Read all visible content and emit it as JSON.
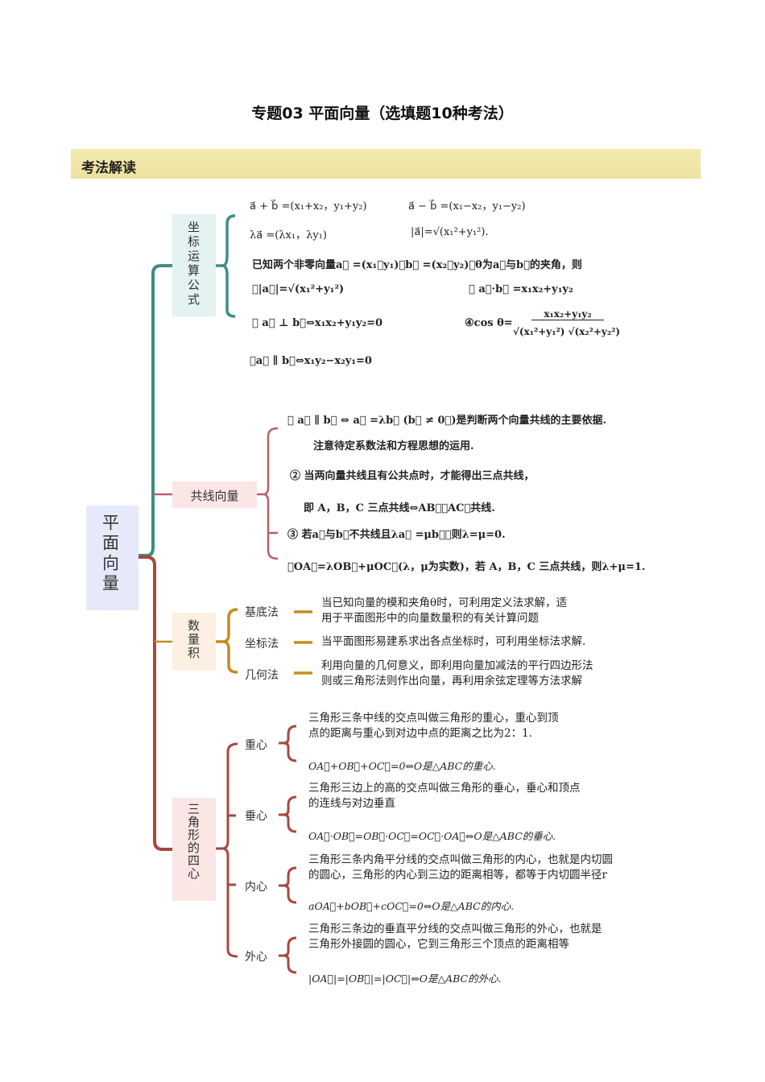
{
  "title": "专题03 平面向量（选填题10种考法）",
  "section": {
    "label": "考法解读"
  },
  "colors": {
    "teal": "#3b8f86",
    "rose": "#b9606b",
    "gold": "#c58d1e",
    "brick": "#a9473e",
    "bar": "#efe6a6"
  },
  "root": {
    "label": "平面向量"
  },
  "branches": [
    {
      "label": "坐标运算公式",
      "formulas": [
        "a⃗ + b⃗ =(x₁+x₂，y₁+y₂)",
        "a⃗ − b⃗ =(x₁−x₂，y₁−y₂)",
        "λa⃗ =(λx₁，λy₁)",
        "|a⃗|=√(x₁²+y₁²).",
        "已知两个非零向量a⃗ =(x₁，y₁)，b⃗ =(x₂，y₂)，θ为a⃗与b⃗的夹角，则",
        "①|a⃗|=√(x₁²+y₁²)",
        "② a⃗·b⃗ =x₁x₂+y₁y₂",
        "③ a⃗ ⊥ b⃗⇔x₁x₂+y₁y₂=0",
        "④cos θ=",
        "x₁x₂+y₁y₂",
        "√(x₁²+y₁²) √(x₂²+y₂²)",
        "⑤a⃗ ∥ b⃗⇔x₁y₂−x₂y₁=0"
      ]
    },
    {
      "label": "共线向量",
      "items": [
        "① a⃗ ∥ b⃗ ⇔ a⃗ =λb⃗ (b⃗ ≠ 0⃗)是判断两个向量共线的主要依据.",
        "注意待定系数法和方程思想的运用.",
        "② 当两向量共线且有公共点时，才能得出三点共线，",
        "即 A，B，C 三点共线⇔AB⃗，AC⃗共线.",
        "③ 若a⃗与b⃗不共线且λa⃗ =μb⃗，则λ=μ=0.",
        "④OA⃗=λOB⃗+μOC⃗(λ，μ为实数)，若 A，B，C 三点共线，则λ+μ=1."
      ]
    },
    {
      "label": "数量积",
      "methods": [
        {
          "name": "基底法",
          "desc": [
            "当已知向量的模和夹角θ时，可利用定义法求解，适",
            "用于平面图形中的向量数量积的有关计算问题"
          ]
        },
        {
          "name": "坐标法",
          "desc": [
            "当平面图形易建系求出各点坐标时，可利用坐标法求解."
          ]
        },
        {
          "name": "几何法",
          "desc": [
            "利用向量的几何意义，即利用向量加减法的平行四边形法",
            "则或三角形法则作出向量，再利用余弦定理等方法求解"
          ]
        }
      ]
    },
    {
      "label": "三角形的四心",
      "centers": [
        {
          "name": "重心",
          "desc": [
            "三角形三条中线的交点叫做三角形的重心，重心到顶",
            "点的距离与重心到对边中点的距离之比为2：1."
          ],
          "formula": "OA⃗+OB⃗+OC⃗=0⇔O是△ABC的重心."
        },
        {
          "name": "垂心",
          "desc": [
            "三角形三边上的高的交点叫做三角形的垂心，垂心和顶点",
            "的连线与对边垂直"
          ],
          "formula": "OA⃗·OB⃗=OB⃗·OC⃗=OC⃗·OA⃗⇔O是△ABC的垂心."
        },
        {
          "name": "内心",
          "desc": [
            "三角形三条内角平分线的交点叫做三角形的内心，也就是内切圆",
            "的圆心，三角形的内心到三边的距离相等，都等于内切圆半径r"
          ],
          "formula": "aOA⃗+bOB⃗+cOC⃗=0⇔O是△ABC的内心."
        },
        {
          "name": "外心",
          "desc": [
            "三角形三条边的垂直平分线的交点叫做三角形的外心，也就是",
            "三角形外接圆的圆心，它到三角形三个顶点的距离相等"
          ],
          "formula": "|OA⃗|=|OB⃗|=|OC⃗|⇔O是△ABC的外心."
        }
      ]
    }
  ]
}
